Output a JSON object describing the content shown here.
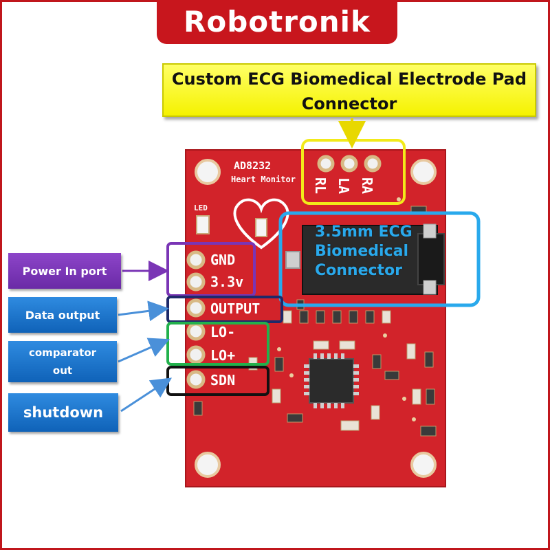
{
  "brand": {
    "name": "Robotronik"
  },
  "callout": {
    "line1": "Custom ECG Biomedical Electrode Pad",
    "line2": "Connector"
  },
  "board": {
    "chip_name": "AD8232",
    "subtitle": "Heart Monitor",
    "led_label": "LED",
    "electrode_pins": [
      "RL",
      "LA",
      "RA"
    ],
    "pin_labels": [
      "GND",
      "3.3v",
      "OUTPUT",
      "LO-",
      "LO+",
      "SDN"
    ]
  },
  "jack": {
    "line1": "3.5mm ECG",
    "line2": "Biomedical",
    "line3": "Connector"
  },
  "tags": {
    "power": "Power In port",
    "data": "Data output",
    "comparator_1": "comparator",
    "comparator_2": "out",
    "shutdown": "shutdown"
  },
  "colors": {
    "brand": "#c8161d",
    "callout": "#ffff33",
    "board": "#d2232a",
    "purple": "#7a35b5",
    "blue": "#1a73c9",
    "jack_box": "#29a9ec"
  }
}
